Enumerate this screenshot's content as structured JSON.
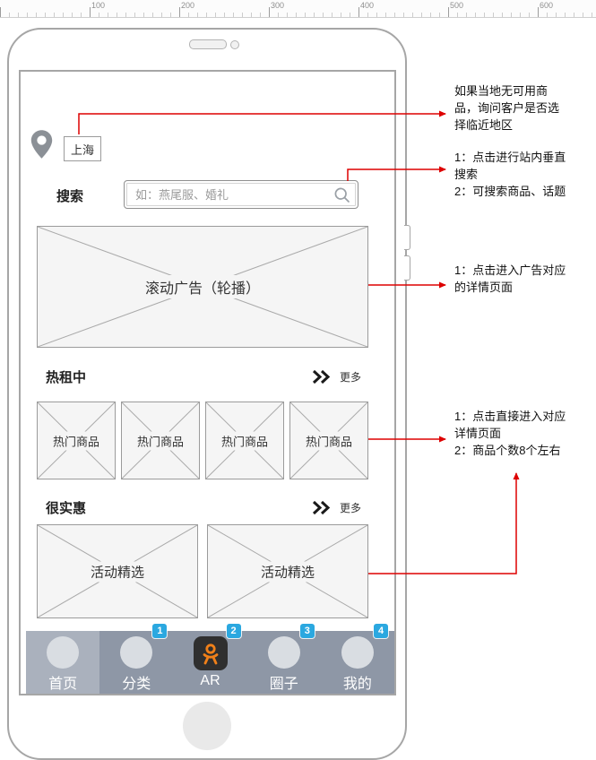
{
  "ruler": {
    "marks": [
      "100",
      "200",
      "300",
      "400",
      "500",
      "600"
    ]
  },
  "phone": {
    "location": {
      "city": "上海"
    },
    "search": {
      "label": "搜索",
      "placeholder": "如：燕尾服、婚礼"
    },
    "banner": {
      "label": "滚动广告（轮播）"
    },
    "sections": [
      {
        "title": "热租中",
        "more": "更多",
        "items": [
          "热门商品",
          "热门商品",
          "热门商品",
          "热门商品"
        ]
      },
      {
        "title": "很实惠",
        "more": "更多",
        "items": [
          "活动精选",
          "活动精选"
        ]
      }
    ],
    "tabbar": {
      "tabs": [
        {
          "label": "首页",
          "badge": "",
          "active": true
        },
        {
          "label": "分类",
          "badge": "1",
          "active": false
        },
        {
          "label": "AR",
          "badge": "2",
          "active": false
        },
        {
          "label": "圈子",
          "badge": "3",
          "active": false
        },
        {
          "label": "我的",
          "badge": "4",
          "active": false
        }
      ]
    }
  },
  "annotations": {
    "note_location": "如果当地无可用商\n品，询问客户是否选\n择临近地区",
    "note_search": "1：点击进行站内垂直\n搜索\n2：可搜索商品、话题",
    "note_banner": "1：点击进入广告对应\n的详情页面",
    "note_products": "1：点击直接进入对应\n详情页面\n2：商品个数8个左右"
  },
  "icons": {
    "location": "map-pin-icon",
    "search": "magnifier-icon",
    "more": "double-chevron-right-icon",
    "ar_tab": "ok-logo-icon",
    "tab_placeholder": "circle-icon"
  },
  "colors": {
    "annotation_red": "#dd0000",
    "tabbar_bg": "#8e97a6",
    "tabbar_active": "#aab1bd",
    "badge_blue": "#2ba8e0",
    "wire_border": "#9b9b9b",
    "wire_fill": "#f5f5f5"
  }
}
